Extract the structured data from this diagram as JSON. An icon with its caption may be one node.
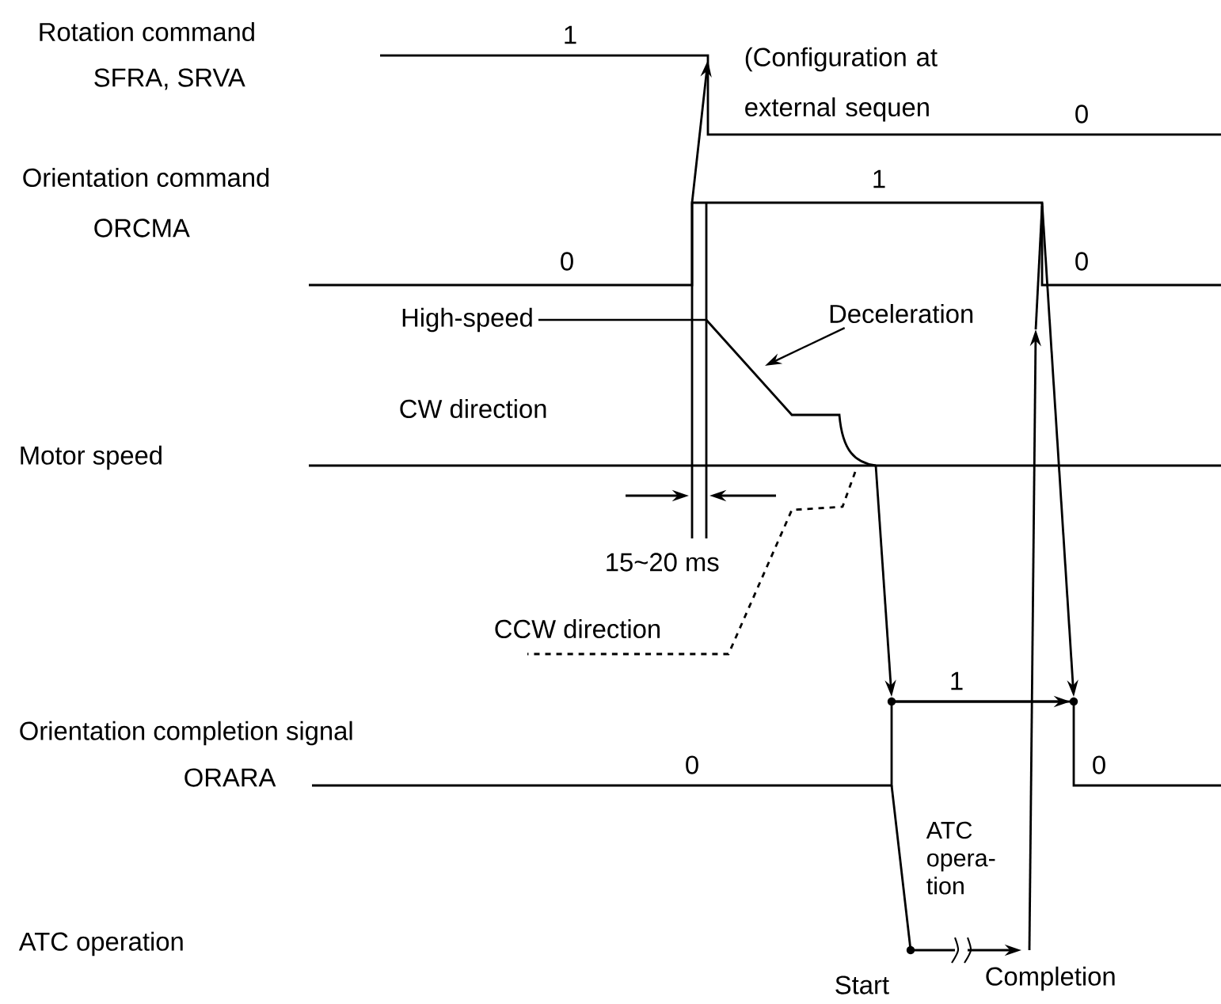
{
  "diagram": {
    "nodes": [
      {
        "text": [
          "High-speed"
        ]
      },
      {
        "text": [
          "Deceleration"
        ]
      }
    ],
    "edges": [
      {
        "from": 0,
        "to": null,
        "arrow": "none"
      },
      {
        "from": 1,
        "to": null,
        "arrow": "to"
      }
    ],
    "labels": [
      "Rotation command",
      "1",
      "SFRA, SRVA",
      "(Configuration at external sequen",
      "0",
      "Orientation command",
      "1",
      "ORCMA",
      "0",
      "0",
      "CW direction",
      "Motor speed",
      "15~20 ms",
      "CCW direction",
      "1",
      "Orientation completion signal",
      "ORARA",
      "0",
      "0",
      "ATC opera-tion",
      "ATC operation",
      "Start",
      "Completion"
    ]
  }
}
